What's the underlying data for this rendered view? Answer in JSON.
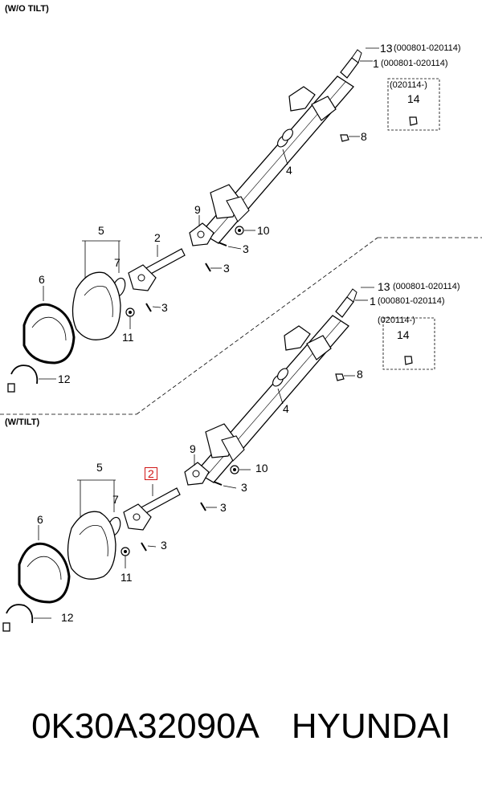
{
  "sections": {
    "top_label": "(W/O TILT)",
    "bottom_label": "(W/TILT)"
  },
  "callouts": {
    "c1": "1",
    "c2": "2",
    "c3": "3",
    "c4": "4",
    "c5": "5",
    "c6": "6",
    "c7": "7",
    "c8": "8",
    "c9": "9",
    "c10": "10",
    "c11": "11",
    "c12": "12",
    "c13": "13",
    "c14": "14"
  },
  "date_notes": {
    "range_13": "(000801-020114)",
    "range_1": "(000801-020114)",
    "from_14": "(020114-)"
  },
  "highlight": {
    "part": "2",
    "color": "#d01515"
  },
  "footer": {
    "part_number": "0K30A32090A",
    "brand": "HYUNDAI"
  }
}
